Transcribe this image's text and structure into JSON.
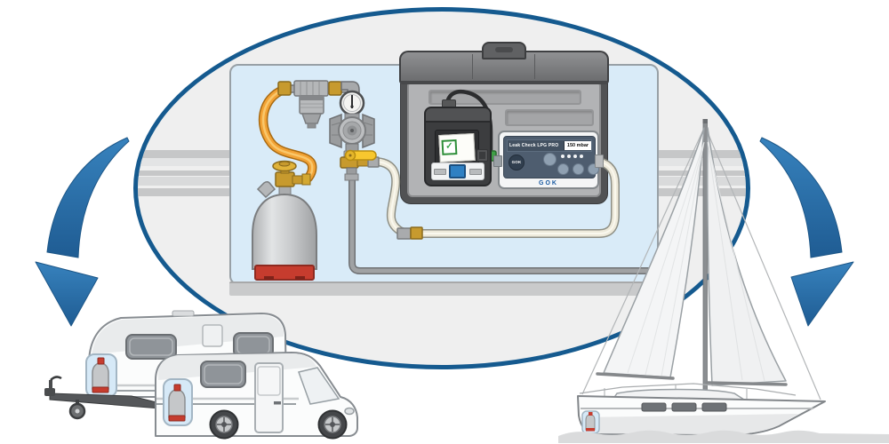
{
  "illustration": {
    "device": {
      "title": "Leak Check LPG PRO",
      "range": "150 mbar",
      "logo": "GOK",
      "brand": "GOK"
    },
    "printer": {
      "check_glyph": "✓"
    },
    "colors": {
      "frame_blue": "#155a8f",
      "arrow_blue": "#2a6fa9",
      "board_blue": "#d9ebf8",
      "hose_orange": "#f0a02e",
      "hose_cream": "#eeeadb",
      "cylinder_red": "#c63c2e",
      "check_green": "#2f9e41",
      "brand_blue": "#1758a0"
    }
  }
}
